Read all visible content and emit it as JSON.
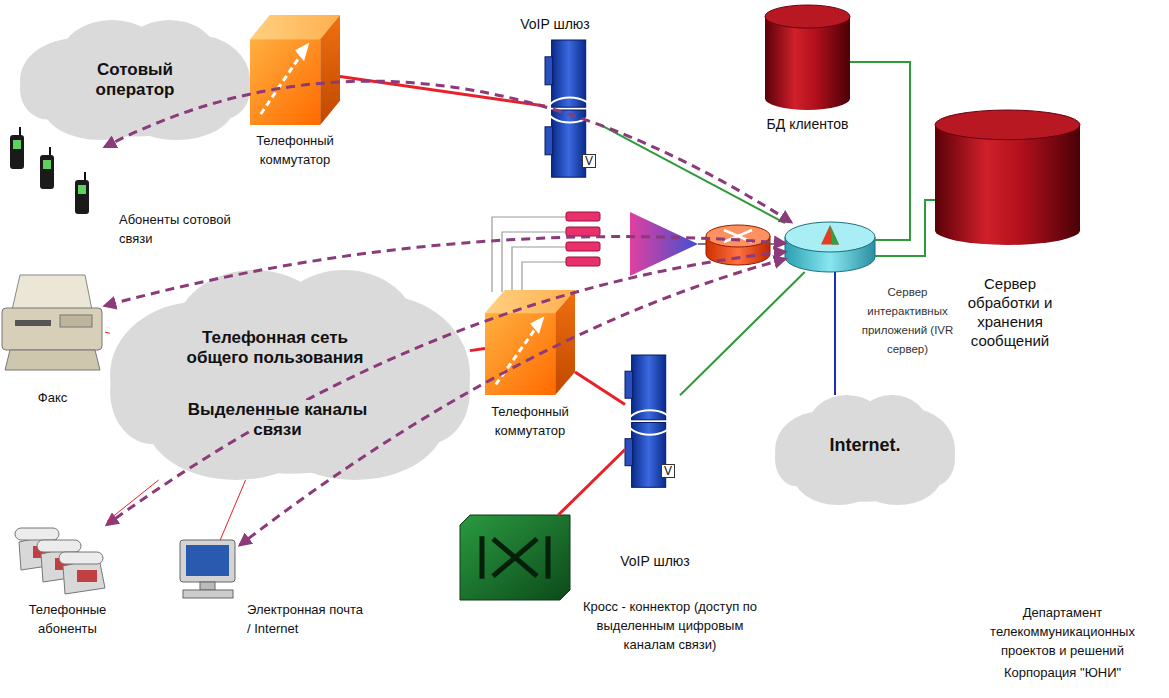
{
  "diagram": {
    "nodes": [
      {
        "text": [
          "Сотовый оператор"
        ]
      },
      {
        "text": [
          "Телефонный коммутатор"
        ]
      },
      {
        "text": [
          "VoIP шлюз"
        ]
      },
      {
        "text": [
          "БД клиентов"
        ]
      },
      {
        "text": [
          "Сервер обработки и хранения сообщений"
        ]
      },
      {
        "text": [
          "Сервер интерактивных приложений (IVR сервер)"
        ]
      },
      {
        "text": [
          "Абоненты сотовой связи"
        ]
      },
      {
        "text": [
          "Телефонная сеть общего пользования",
          "Выделенные каналы связи"
        ]
      },
      {
        "text": [
          "Телефонный коммутатор"
        ]
      },
      {
        "text": [
          "VoIP шлюз"
        ]
      },
      {
        "text": [
          "Internet."
        ]
      },
      {
        "text": [
          "Факс"
        ]
      },
      {
        "text": [
          "Телефонные абоненты"
        ]
      },
      {
        "text": [
          "Электронная почта / Internet"
        ]
      },
      {
        "text": [
          "Кросс - коннектор (доступ по выделенным цифровым каналам связи)"
        ]
      }
    ],
    "edges": [
      {
        "from": 1,
        "to": 2,
        "arrow": "none"
      },
      {
        "from": 2,
        "to": 5,
        "arrow": "none"
      },
      {
        "from": 3,
        "to": 5,
        "arrow": "none"
      },
      {
        "from": 4,
        "to": 5,
        "arrow": "none"
      },
      {
        "from": 5,
        "to": 10,
        "arrow": "none"
      },
      {
        "from": 7,
        "to": 8,
        "arrow": "none"
      },
      {
        "from": 8,
        "to": 9,
        "arrow": "none"
      },
      {
        "from": 9,
        "to": 5,
        "arrow": "none"
      },
      {
        "from": 14,
        "to": 9,
        "arrow": "none"
      },
      {
        "from": 5,
        "to": 6,
        "arrow": "both"
      },
      {
        "from": 5,
        "to": 11,
        "arrow": "both"
      },
      {
        "from": 5,
        "to": 12,
        "arrow": "both"
      },
      {
        "from": 5,
        "to": 13,
        "arrow": "both"
      },
      {
        "from": 11,
        "to": 7,
        "arrow": "none"
      },
      {
        "from": 12,
        "to": 7,
        "arrow": "none"
      },
      {
        "from": 13,
        "to": 7,
        "arrow": "none"
      }
    ],
    "labels": [
      "V",
      "V",
      "Департамент телекоммуникационных проектов и решений",
      "Корпорация \"ЮНИ\""
    ]
  }
}
